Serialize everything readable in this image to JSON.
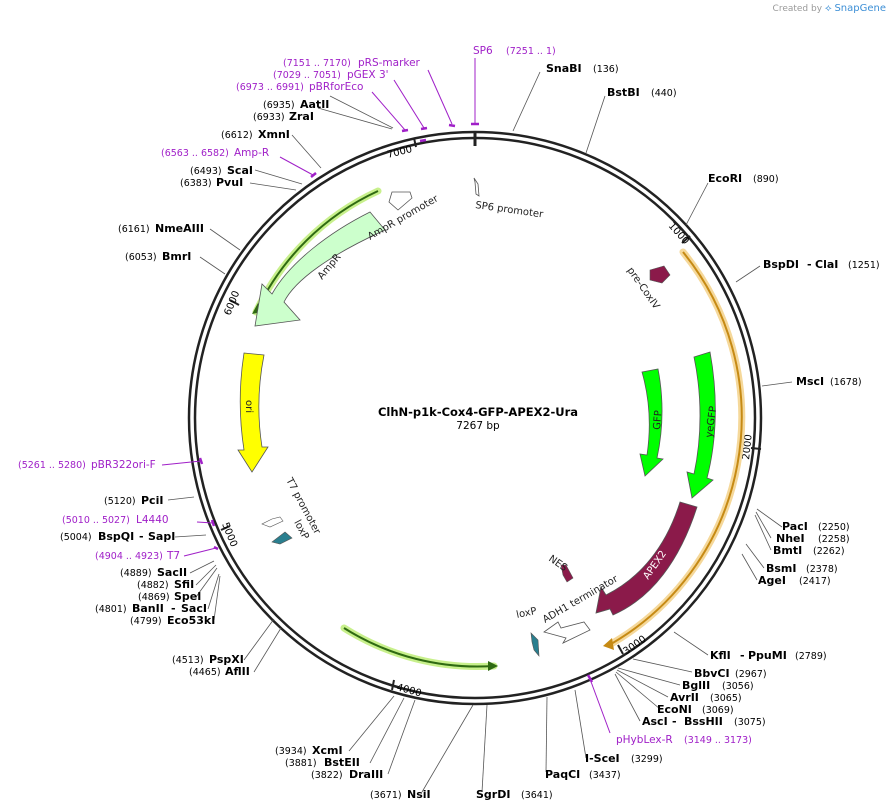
{
  "credit": {
    "created_by": "Created by",
    "brand": "SnapGene"
  },
  "plasmid": {
    "name": "ClhN-p1k-Cox4-GFP-APEX2-Ura",
    "length_label": "7267 bp",
    "length": 7267
  },
  "ticks": [
    "1000",
    "2000",
    "3000",
    "4000",
    "5000",
    "6000",
    "7000"
  ],
  "colors": {
    "ampr": "#ccffcc",
    "ori": "#ffff00",
    "gfp": "#00ff00",
    "apex2": "#8b1a4a",
    "precox": "#8b1a4a",
    "lox": "#2a7f8f",
    "primer": "#a020c8",
    "orf": "#f0c070",
    "orf_green": "#c8f08c"
  },
  "sites": [
    {
      "name": "SnaBI",
      "pos": "(136)"
    },
    {
      "name": "BstBI",
      "pos": "(440)"
    },
    {
      "name": "EcoRI",
      "pos": "(890)"
    },
    {
      "name": "BspDI",
      "name2": "ClaI",
      "pos": "(1251)"
    },
    {
      "name": "MscI",
      "pos": "(1678)"
    },
    {
      "name": "PacI",
      "pos": "(2250)"
    },
    {
      "name": "NheI",
      "pos": "(2258)"
    },
    {
      "name": "BmtI",
      "pos": "(2262)"
    },
    {
      "name": "BsmI",
      "pos": "(2378)"
    },
    {
      "name": "AgeI",
      "pos": "(2417)"
    },
    {
      "name": "KflI",
      "name2": "PpuMI",
      "pos": "(2789)"
    },
    {
      "name": "BbvCI",
      "pos": "(2967)"
    },
    {
      "name": "BglII",
      "pos": "(3056)"
    },
    {
      "name": "AvrII",
      "pos": "(3065)"
    },
    {
      "name": "EcoNI",
      "pos": "(3069)"
    },
    {
      "name": "AscI",
      "name2": "BssHII",
      "pos": "(3075)"
    },
    {
      "name": "I-SceI",
      "pos": "(3299)"
    },
    {
      "name": "PaqCI",
      "pos": "(3437)"
    },
    {
      "name": "SgrDI",
      "pos": "(3641)"
    },
    {
      "name": "NsiI",
      "pos": "(3671)"
    },
    {
      "name": "DraIII",
      "pos": "(3822)"
    },
    {
      "name": "BstEII",
      "pos": "(3881)"
    },
    {
      "name": "XcmI",
      "pos": "(3934)"
    },
    {
      "name": "AflII",
      "pos": "(4465)"
    },
    {
      "name": "PspXI",
      "pos": "(4513)"
    },
    {
      "name": "Eco53kI",
      "pos": "(4799)"
    },
    {
      "name": "BanII",
      "name2": "SacI",
      "pos": "(4801)"
    },
    {
      "name": "SpeI",
      "pos": "(4869)"
    },
    {
      "name": "SfiI",
      "pos": "(4882)"
    },
    {
      "name": "SacII",
      "pos": "(4889)"
    },
    {
      "name": "BspQI",
      "name2": "SapI",
      "pos": "(5004)"
    },
    {
      "name": "PciI",
      "pos": "(5120)"
    },
    {
      "name": "BmrI",
      "pos": "(6053)"
    },
    {
      "name": "NmeAIII",
      "pos": "(6161)"
    },
    {
      "name": "PvuI",
      "pos": "(6383)"
    },
    {
      "name": "ScaI",
      "pos": "(6493)"
    },
    {
      "name": "XmnI",
      "pos": "(6612)"
    },
    {
      "name": "ZraI",
      "pos": "(6933)"
    },
    {
      "name": "AatII",
      "pos": "(6935)"
    }
  ],
  "primers": [
    {
      "name": "SP6",
      "range": "(7251 .. 1)"
    },
    {
      "name": "pRS-marker",
      "range": "(7151 .. 7170)"
    },
    {
      "name": "pGEX 3'",
      "range": "(7029 .. 7051)"
    },
    {
      "name": "pBRforEco",
      "range": "(6973 .. 6991)"
    },
    {
      "name": "Amp-R",
      "range": "(6563 .. 6582)"
    },
    {
      "name": "pBR322ori-F",
      "range": "(5261 .. 5280)"
    },
    {
      "name": "L4440",
      "range": "(5010 .. 5027)"
    },
    {
      "name": "T7",
      "range": "(4904 .. 4923)"
    },
    {
      "name": "pHybLex-R",
      "range": "(3149 .. 3173)"
    }
  ],
  "features": {
    "sp6_promoter": "SP6 promoter",
    "pre_cox": "pre-CoxIV",
    "yegfp": "yeGFP",
    "gfp": "GFP",
    "apex2": "APEX2",
    "nes": "NES",
    "adh1": "ADH1 terminator",
    "loxp_bottom": "loxP",
    "loxp_top": "loxP",
    "t7_promoter": "T7 promoter",
    "ori": "ori",
    "ampr": "AmpR",
    "ampr_promoter": "AmpR promoter"
  }
}
